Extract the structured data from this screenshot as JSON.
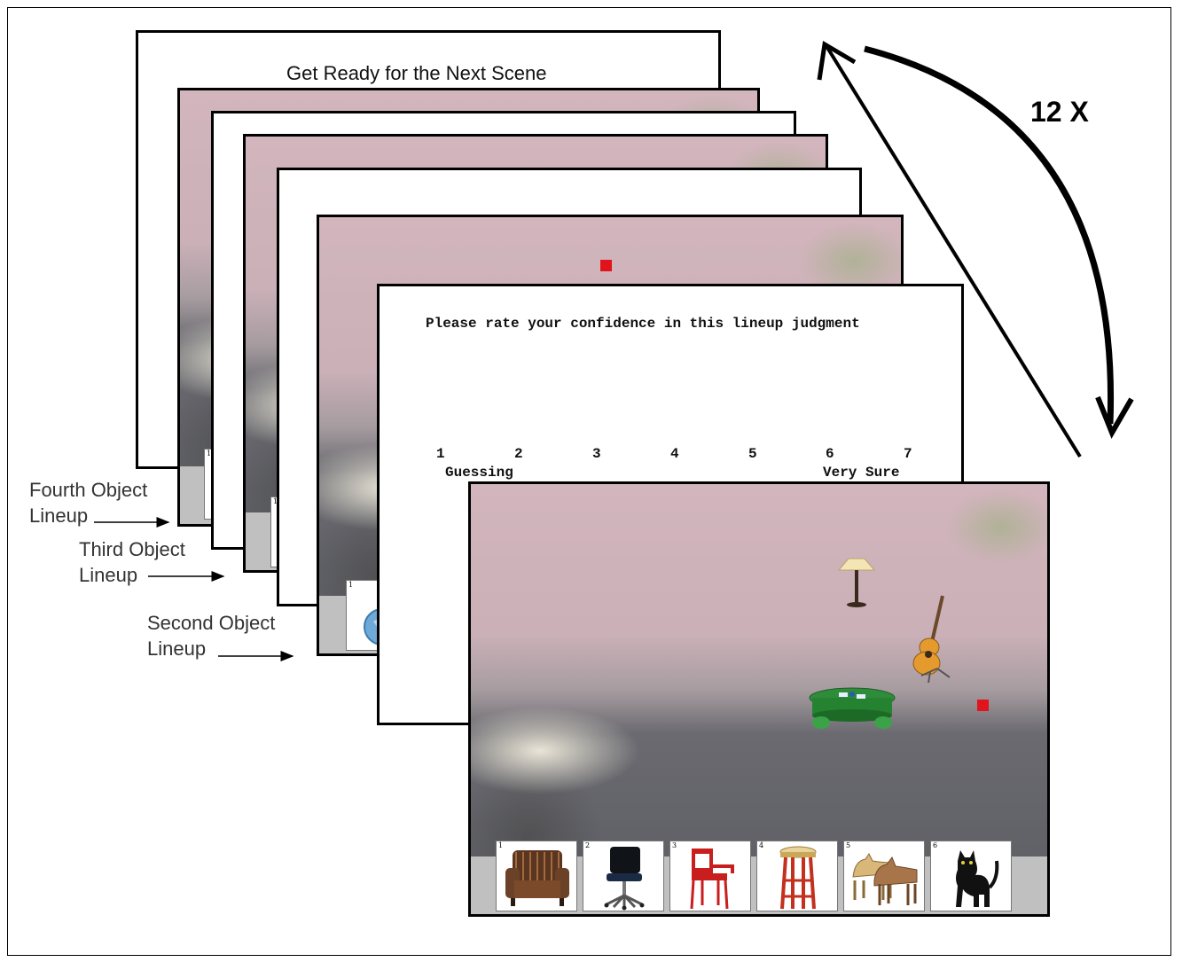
{
  "ready_screen": {
    "title": "Get Ready for the Next Scene"
  },
  "confidence_screen": {
    "prompt": "Please rate your confidence in this lineup judgment",
    "scale": [
      "1",
      "2",
      "3",
      "4",
      "5",
      "6",
      "7"
    ],
    "low_anchor": "Guessing",
    "high_anchor": "Very Sure"
  },
  "repeat_label": "12 X",
  "lineup_labels": {
    "fourth": [
      "Fourth Object",
      "Lineup"
    ],
    "third": [
      "Third Object",
      "Lineup"
    ],
    "second": [
      "Second Object",
      "Lineup"
    ]
  },
  "lineup_numbers": [
    "1",
    "2",
    "3",
    "4",
    "5",
    "6"
  ],
  "back_lineup_number": "1",
  "lineup_items": [
    "armchair-icon",
    "office-chair-icon",
    "red-chair-icon",
    "stool-icon",
    "horse-figurine-icon",
    "black-cat-icon"
  ],
  "scene_objects": [
    "lamp-icon",
    "guitar-icon",
    "green-table-icon"
  ],
  "colors": {
    "fixation_dot": "#e0141c",
    "scene_wall": "#d2b5bd",
    "lineup_bar": "#c0c0c0"
  }
}
